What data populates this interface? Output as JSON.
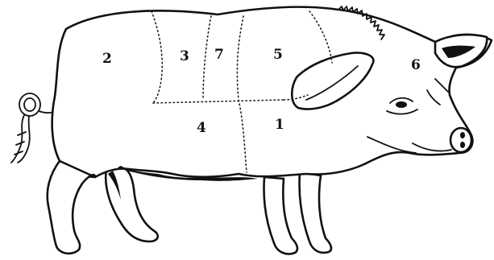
{
  "labels": {
    "cut_1": "1",
    "cut_2": "2",
    "cut_3": "3",
    "cut_4": "4",
    "cut_5": "5",
    "cut_6": "6",
    "cut_7": "7"
  },
  "colors": {
    "ink": "#111111",
    "paper": "#ffffff"
  }
}
